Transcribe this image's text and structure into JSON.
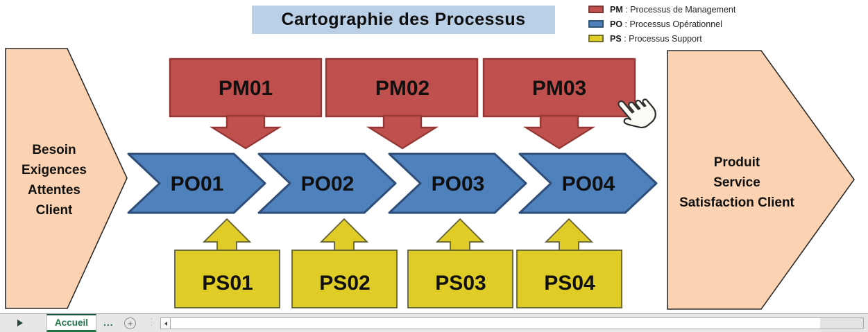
{
  "title": "Cartographie des Processus",
  "legend": {
    "separator": " : ",
    "items": [
      {
        "code": "PM",
        "label": "Processus de Management"
      },
      {
        "code": "PO",
        "label": "Processus Opérationnel"
      },
      {
        "code": "PS",
        "label": "Processus Support"
      }
    ]
  },
  "diagram": {
    "input": {
      "lines": [
        "Besoin",
        "Exigences",
        "Attentes",
        "Client"
      ]
    },
    "output": {
      "lines": [
        "Produit",
        "Service",
        "Satisfaction Client"
      ]
    },
    "management": [
      "PM01",
      "PM02",
      "PM03"
    ],
    "operational": [
      "PO01",
      "PO02",
      "PO03",
      "PO04"
    ],
    "support": [
      "PS01",
      "PS02",
      "PS03",
      "PS04"
    ]
  },
  "colors": {
    "management_fill": "#C0504D",
    "management_border": "#953735",
    "operational_fill": "#4F81BD",
    "operational_border": "#2E4E79",
    "support_fill": "#DFCC26",
    "support_border": "#60603B",
    "endpoint_fill": "#FBD3B2",
    "endpoint_border": "#2B2B2B",
    "title_bg": "#BAD0E6",
    "excel_green": "#217346"
  },
  "icons": {
    "add_sheet_glyph": "+",
    "splitter_glyph": "⋮"
  },
  "sheetbar": {
    "active_tab": "Accueil",
    "more_tabs_label": "..."
  }
}
